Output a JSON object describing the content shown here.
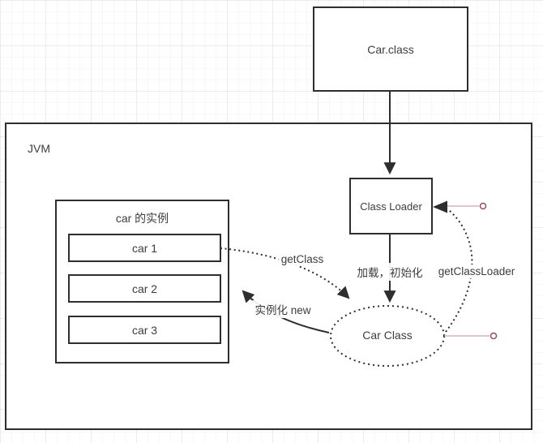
{
  "nodes": {
    "car_class_file": {
      "label": "Car.class"
    },
    "jvm": {
      "label": "JVM"
    },
    "class_loader": {
      "label": "Class Loader"
    },
    "car_instances": {
      "title": "car 的实例",
      "items": [
        {
          "label": "car 1"
        },
        {
          "label": "car 2"
        },
        {
          "label": "car 3"
        }
      ]
    },
    "car_class_runtime": {
      "label": "Car Class"
    }
  },
  "edges": {
    "file_to_loader": {
      "label": "",
      "style": "solid-arrow",
      "from": "Car.class",
      "to": "Class Loader"
    },
    "load_init": {
      "label": "加载，初始化",
      "style": "solid-arrow",
      "from": "Class Loader",
      "to": "Car Class"
    },
    "get_class": {
      "label": "getClass",
      "style": "dotted-arrow",
      "from": "car 1",
      "to": "Car Class"
    },
    "get_class_loader": {
      "label": "getClassLoader",
      "style": "dotted-arrow",
      "from": "Car Class",
      "to": "Class Loader"
    },
    "new_instance": {
      "label": "实例化 new",
      "style": "solid-curved-arrow",
      "from": "Car Class",
      "to": "car 的实例"
    }
  },
  "colors": {
    "line": "#2e2e2e",
    "text": "#3d3d3d",
    "node_fill": "#ffffff",
    "endpoint_line": "#c9a3ad",
    "endpoint_ring": "#9a4a5e"
  }
}
